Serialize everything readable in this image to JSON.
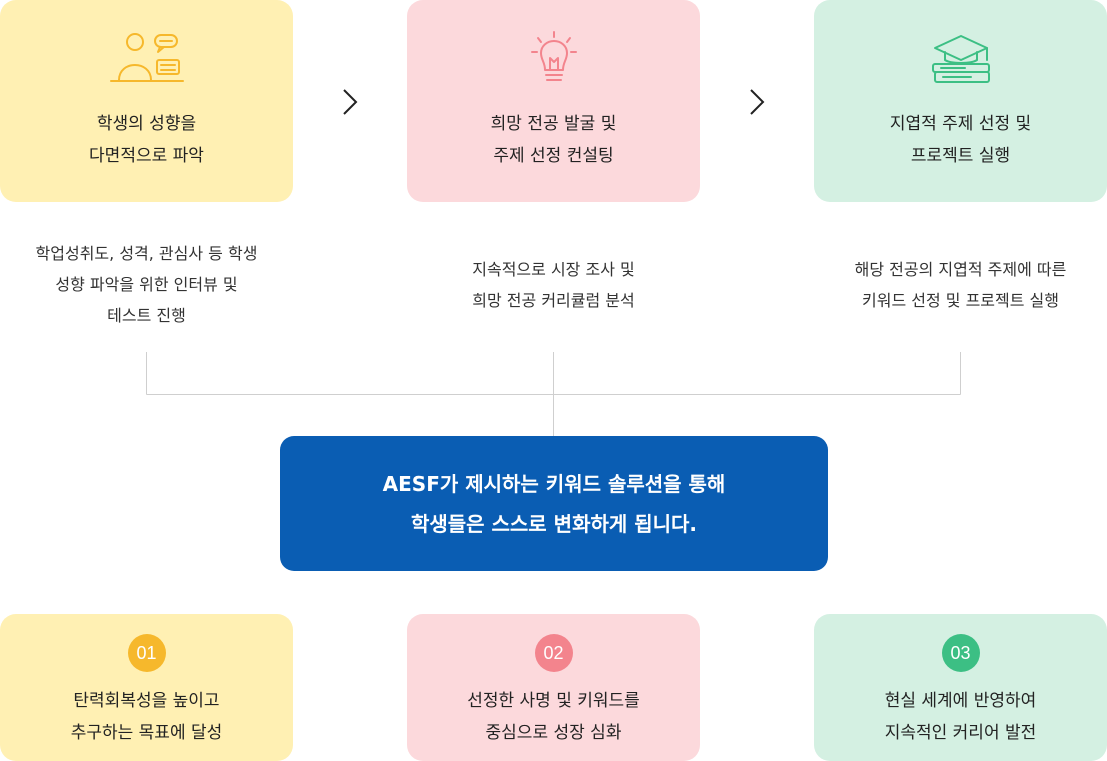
{
  "steps": [
    {
      "title": "학생의 성향을\n다면적으로 파악",
      "icon": "person-chat-icon",
      "desc": "학업성취도, 성격, 관심사 등 학생\n성향 파악을 위한 인터뷰 및\n테스트 진행",
      "color": "#f6b82c"
    },
    {
      "title": "희망 전공 발굴 및\n주제 선정 컨설팅",
      "icon": "lightbulb-icon",
      "desc": "지속적으로 시장 조사 및\n희망 전공 커리큘럼 분석",
      "color": "#f3848d"
    },
    {
      "title": "지엽적 주제 선정 및\n프로젝트 실행",
      "icon": "graduation-books-icon",
      "desc": "해당 전공의 지엽적 주제에 따른\n키워드 선정 및 프로젝트 실행",
      "color": "#3cbf84"
    }
  ],
  "banner": {
    "text": "AESF가 제시하는 키워드 솔루션을 통해\n학생들은 스스로 변화하게 됩니다."
  },
  "outcomes": [
    {
      "number": "01",
      "text": "탄력회복성을 높이고\n추구하는 목표에 달성"
    },
    {
      "number": "02",
      "text": "선정한 사명 및 키워드를\n중심으로 성장 심화"
    },
    {
      "number": "03",
      "text": "현실 세계에 반영하여\n지속적인 커리어 발전"
    }
  ]
}
